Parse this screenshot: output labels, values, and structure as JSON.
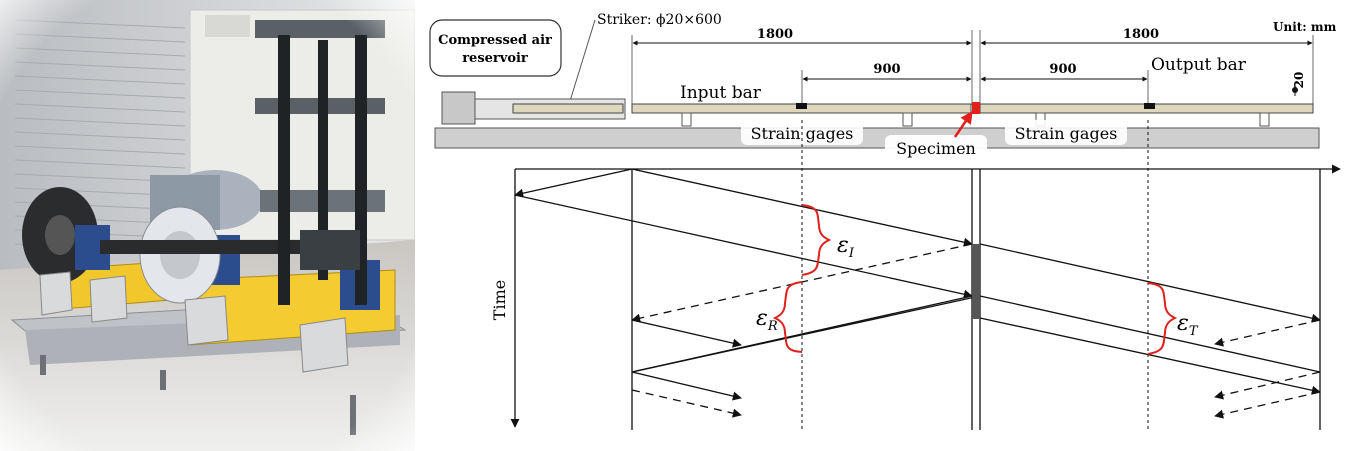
{
  "photo": {
    "description_icon": "shpb-apparatus-photo"
  },
  "apparatus": {
    "reservoir_label_line1": "Compressed air",
    "reservoir_label_line2": "reservoir",
    "striker_label": "Striker: ϕ20×600",
    "unit_label": "Unit: mm",
    "input_bar_label": "Input bar",
    "output_bar_label": "Output bar",
    "input_bar_length": "1800",
    "output_bar_length": "1800",
    "input_gage_dist": "900",
    "output_gage_dist": "900",
    "diameter_label": "20",
    "strain_gages_left": "Strain gages",
    "strain_gages_right": "Strain gages",
    "specimen_label": "Specimen"
  },
  "wave_diagram": {
    "time_axis_label": "Time",
    "eps_incident": "ε",
    "eps_incident_sub": "I",
    "eps_reflected": "ε",
    "eps_reflected_sub": "R",
    "eps_transmitted": "ε",
    "eps_transmitted_sub": "T"
  },
  "colors": {
    "bar_fill": "#ded7bd",
    "base_fill": "#cfcfcf",
    "pulse_red": "#e0201c",
    "line": "#111111"
  }
}
